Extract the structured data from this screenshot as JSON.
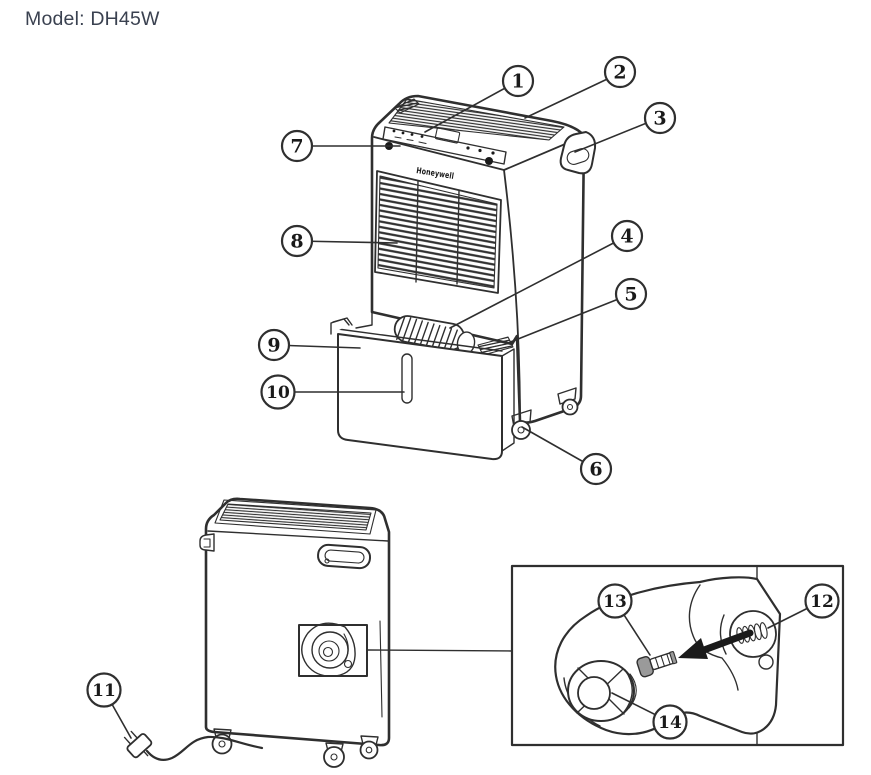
{
  "page": {
    "title": "Model: DH45W"
  },
  "figure": {
    "brand": "Honeywell",
    "callouts": [
      "1",
      "2",
      "3",
      "4",
      "5",
      "6",
      "7",
      "8",
      "9",
      "10",
      "11",
      "12",
      "13",
      "14"
    ]
  },
  "colors": {
    "ink": "#2f2f2f",
    "accent_dark": "#1a1a1a",
    "title_text": "#3a4150",
    "plug_gray": "#9a9a9a",
    "background": "#ffffff"
  }
}
